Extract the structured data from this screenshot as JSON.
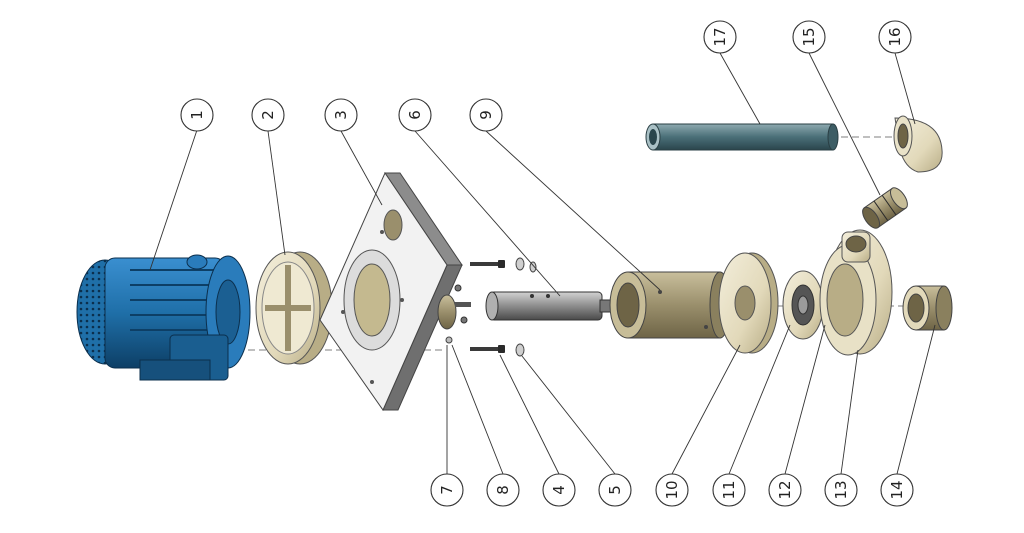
{
  "callouts": [
    {
      "id": "1",
      "label": "1",
      "target": "motor"
    },
    {
      "id": "2",
      "label": "2",
      "target": "coupling-flange"
    },
    {
      "id": "3",
      "label": "3",
      "target": "mounting-plate"
    },
    {
      "id": "4",
      "label": "4",
      "target": "bolt"
    },
    {
      "id": "5",
      "label": "5",
      "target": "nut"
    },
    {
      "id": "6",
      "label": "6",
      "target": "shaft"
    },
    {
      "id": "7",
      "label": "7",
      "target": "washer"
    },
    {
      "id": "8",
      "label": "8",
      "target": "small-screw"
    },
    {
      "id": "9",
      "label": "9",
      "target": "bearing-housing"
    },
    {
      "id": "10",
      "label": "10",
      "target": "seal-disc"
    },
    {
      "id": "11",
      "label": "11",
      "target": "bushing"
    },
    {
      "id": "12",
      "label": "12",
      "target": "impeller"
    },
    {
      "id": "13",
      "label": "13",
      "target": "pump-casing"
    },
    {
      "id": "14",
      "label": "14",
      "target": "inlet-fitting"
    },
    {
      "id": "15",
      "label": "15",
      "target": "nipple-fitting"
    },
    {
      "id": "16",
      "label": "16",
      "target": "elbow-fitting"
    },
    {
      "id": "17",
      "label": "17",
      "target": "discharge-pipe"
    }
  ],
  "colors": {
    "motor": "#1f6fa8",
    "motor_dark": "#0d3f66",
    "part_beige": "#e4dcc0",
    "part_bronze": "#9a8f6c",
    "plate": "#f2f2f2",
    "pipe": "#4a6f78",
    "shaft": "#8d8d8d"
  }
}
